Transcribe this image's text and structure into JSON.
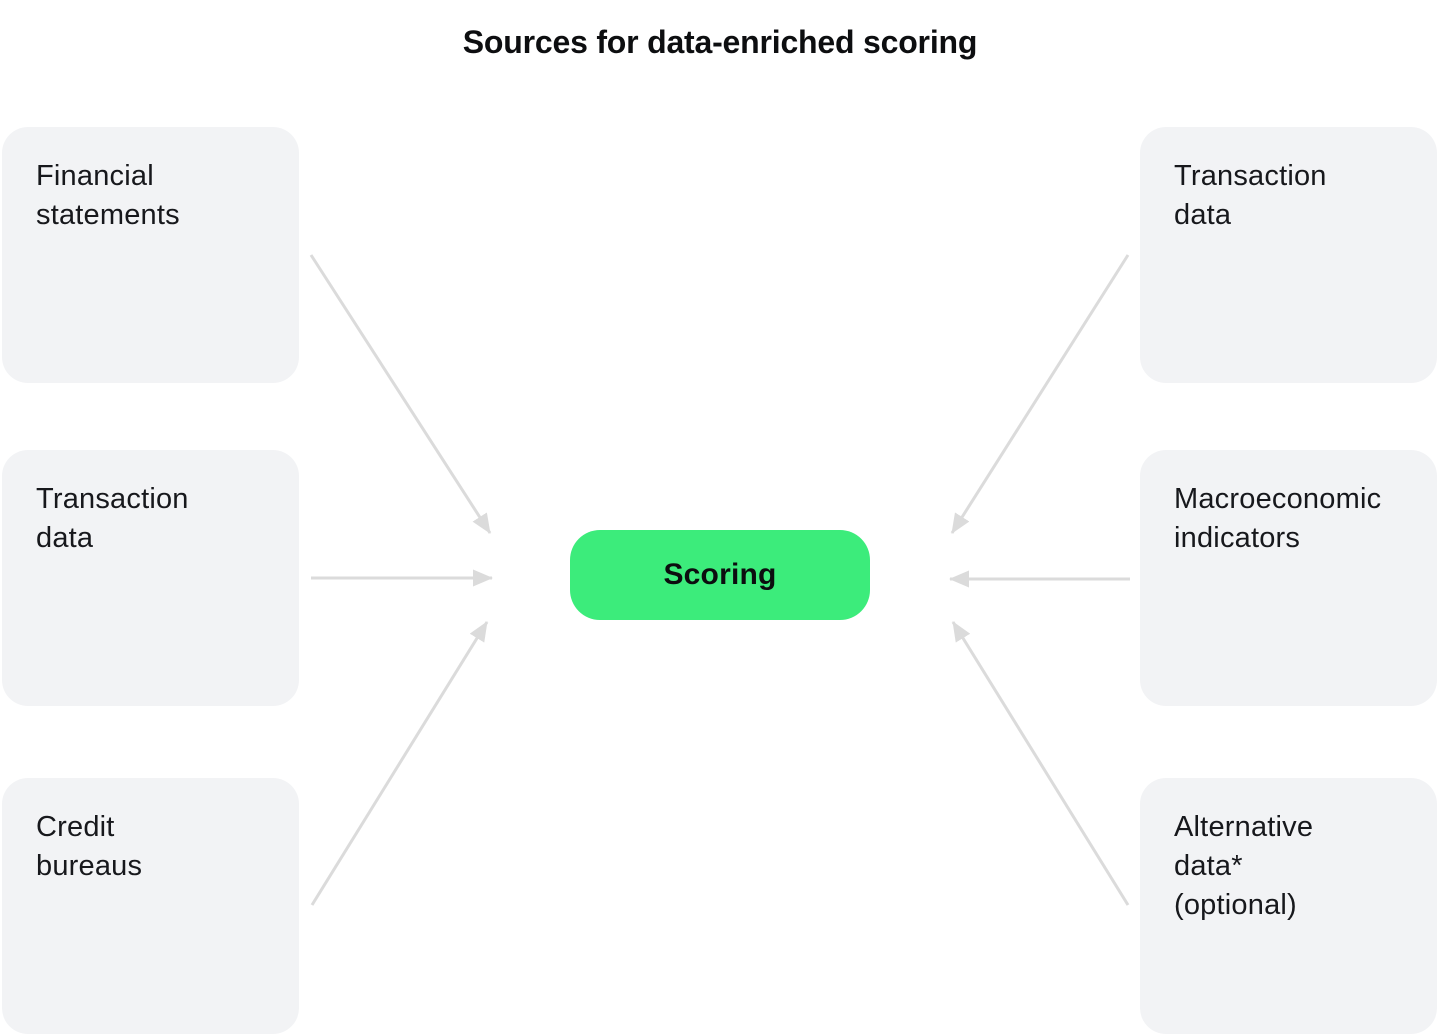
{
  "title": "Sources for data-enriched scoring",
  "diagram": {
    "type": "hub-and-spoke",
    "center": {
      "id": "scoring",
      "label": "Scoring"
    },
    "sources_left": [
      {
        "id": "financial-statements",
        "label": "Financial\nstatements"
      },
      {
        "id": "transaction-data-left",
        "label": "Transaction\ndata"
      },
      {
        "id": "credit-bureaus",
        "label": "Credit\nbureaus"
      }
    ],
    "sources_right": [
      {
        "id": "transaction-data-right",
        "label": "Transaction\ndata"
      },
      {
        "id": "macroeconomic-indicators",
        "label": "Macroeconomic\nindicators"
      },
      {
        "id": "alternative-data",
        "label": "Alternative\ndata*\n(optional)"
      }
    ],
    "edges": [
      {
        "from": "financial-statements",
        "to": "scoring"
      },
      {
        "from": "transaction-data-left",
        "to": "scoring"
      },
      {
        "from": "credit-bureaus",
        "to": "scoring"
      },
      {
        "from": "transaction-data-right",
        "to": "scoring"
      },
      {
        "from": "macroeconomic-indicators",
        "to": "scoring"
      },
      {
        "from": "alternative-data",
        "to": "scoring"
      }
    ],
    "colors": {
      "node_background": "#f2f3f5",
      "center_background": "#3cec7b",
      "arrow": "#dbdbdb",
      "text": "#17181c",
      "title_text": "#0d0e10"
    }
  }
}
